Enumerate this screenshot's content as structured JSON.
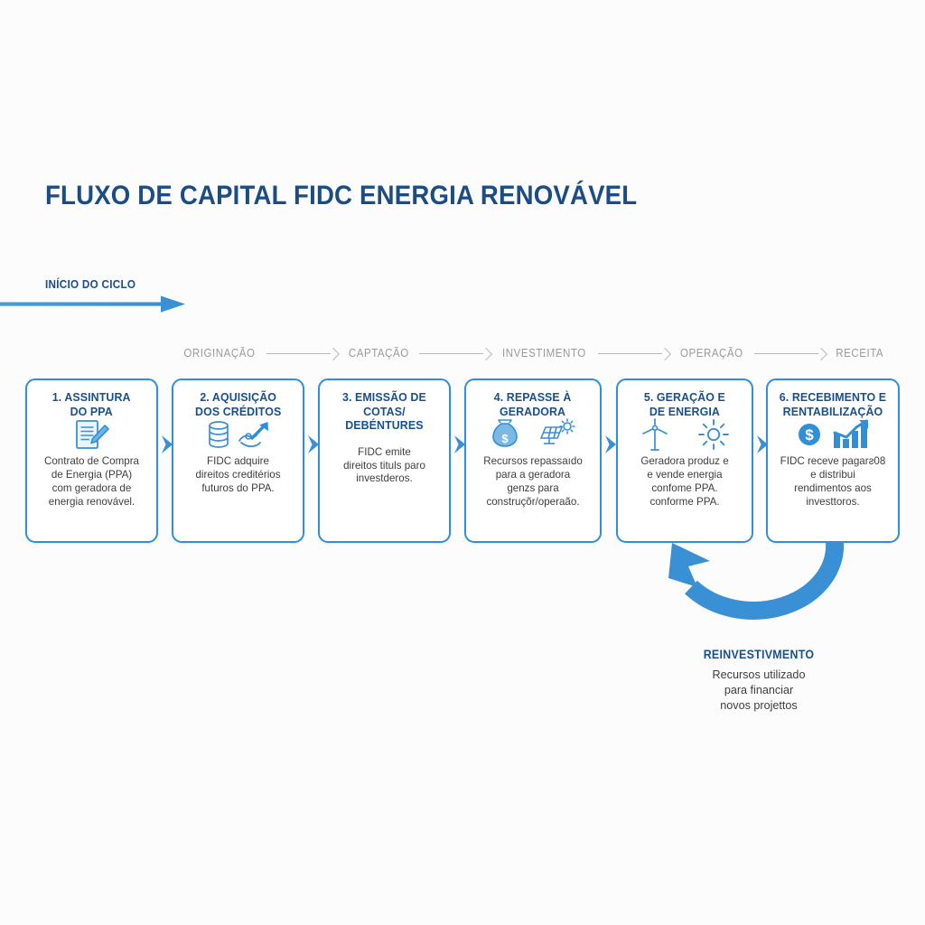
{
  "header": {
    "title": "FLUXO DE CAPITAL FIDC ENERGIA RENOVÁVEL"
  },
  "cycle_start": {
    "label": "INÍCIO DO CICLO",
    "arrow_icon": "right-arrow-icon"
  },
  "phases": [
    {
      "label": "ORIGINAÇÃO"
    },
    {
      "label": "CAPTAÇÃO"
    },
    {
      "label": "INVESTIMENTO"
    },
    {
      "label": "OPERAÇÃO"
    },
    {
      "label": "RECEITA"
    }
  ],
  "steps": [
    {
      "title": "1. ASSINTURA\nDO PPA",
      "body": "Contrato de Compra\nde Energia (PPA)\ncom geradora de\nenergia renovável.",
      "icons": [
        "document-pencil-icon"
      ]
    },
    {
      "title": "2. AQUISIÇÃO\nDOS CRÉDITOS",
      "body": "FIDC adquire\ndireitos creditérios\nfuturos do PPA.",
      "icons": [
        "coin-stack-icon",
        "hand-growth-arrow-icon"
      ]
    },
    {
      "title": "3. EMISSÃO DE\nCOTAS/\nDEBÉNTURES",
      "body": "FIDC emite\ndireitos tituls paro\ninvestderos.",
      "icons": []
    },
    {
      "title": "4. REPASSE À\nGERADORA",
      "body": "Recursos repassaıdo\npara a geradora\ngenzs para\nconstruçõr/operaão.",
      "icons": [
        "money-bag-icon",
        "solar-panel-icon"
      ]
    },
    {
      "title": "5. GERAÇÃO E\nDE ENERGIA",
      "body": "Geradora produz e\ne vende energia\nconfome PPA.\nconforme PPA.",
      "icons": [
        "wind-turbine-icon",
        "sun-icon"
      ]
    },
    {
      "title": "6. RECEBIMENTO E\nRENTABILIZAÇÃO",
      "body": "FIDC receve pagarƨ08\ne distribui\nrendimentos aos\ninvesttoros.",
      "icons": [
        "dollar-circle-icon",
        "bar-chart-growth-icon"
      ]
    }
  ],
  "reinvestment": {
    "title": "REINVESTIVMENTO",
    "body": "Recursos utilizado\npara financiar\nnovos projettos",
    "arrow_icon": "curved-loop-arrow-icon"
  },
  "colors": {
    "background": "#fcfcfd",
    "title_navy": "#1b4d82",
    "card_heading_navy": "#17508c",
    "accent_blue": "#3a90d4",
    "card_border_blue": "#2f8fd8",
    "icon_blue": "#3a90d4",
    "phase_gray": "#9a9a9a",
    "body_text": "#3d3d3d"
  }
}
